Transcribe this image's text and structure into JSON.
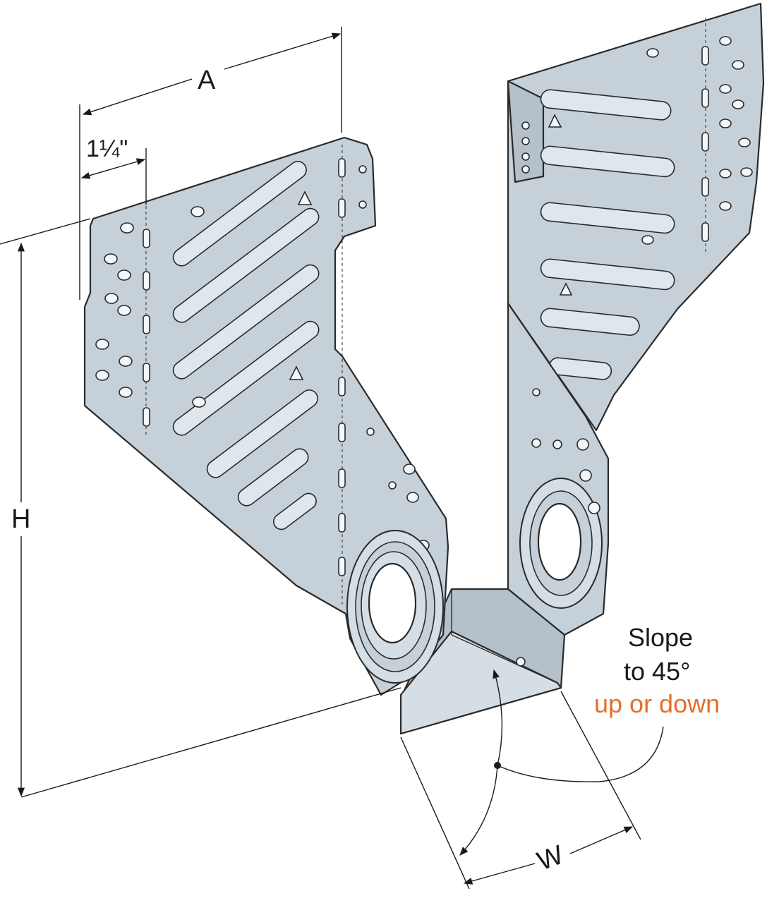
{
  "diagram": {
    "dimensions": {
      "a_label": "A",
      "offset_label": "1¼\"",
      "h_label": "H",
      "w_label": "W"
    },
    "annotation": {
      "line1": "Slope",
      "line2": "to 45°",
      "line3": "up or down"
    },
    "colors": {
      "steel": "#c5d0d9",
      "steel_shade": "#b4c0ca",
      "steel_light": "#d6dee5",
      "accent": "#e36f2c",
      "ink": "#1a1a1a"
    }
  }
}
